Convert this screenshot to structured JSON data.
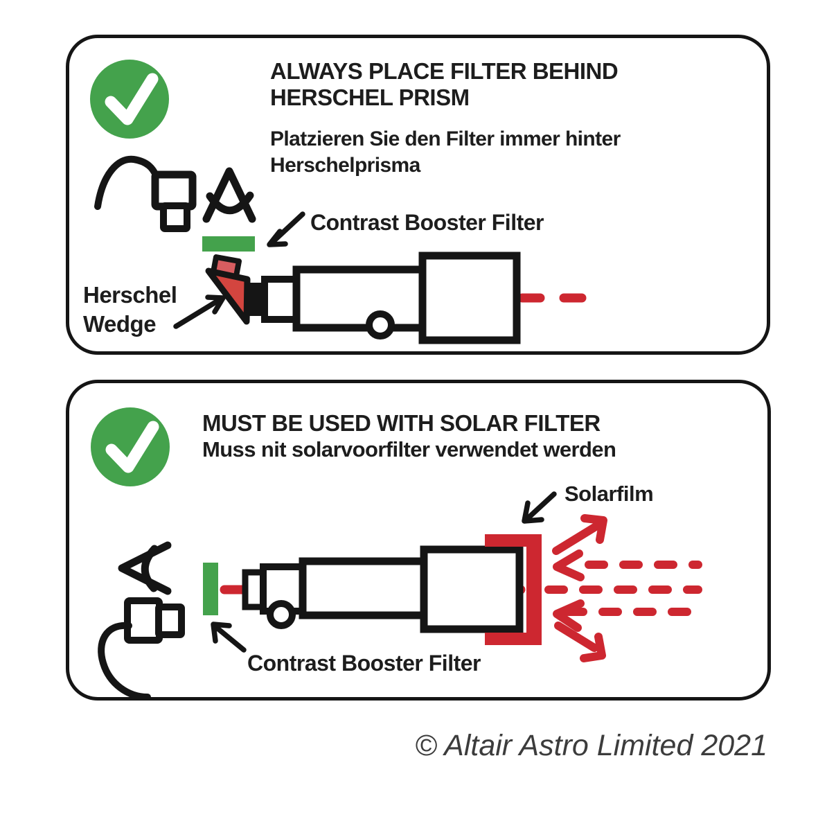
{
  "colors": {
    "green": "#44a24c",
    "red": "#cd2730",
    "red_prism": "#d3453f",
    "red_nose": "#d75d60",
    "dark": "#151515"
  },
  "icons": {
    "status": "check-circle",
    "observer": "eye",
    "imaging": "camera-with-cable"
  },
  "panel_top": {
    "title": [
      "ALWAYS PLACE FILTER BEHIND",
      "HERSCHEL PRISM"
    ],
    "subtitle": [
      "Platzieren Sie den Filter immer hinter",
      "Herschelprisma"
    ],
    "filter_label": "Contrast Booster Filter",
    "wedge_label": [
      "Herschel",
      "Wedge"
    ]
  },
  "panel_bottom": {
    "title": "MUST BE USED WITH SOLAR FILTER",
    "subtitle": "Muss nit solarvoorfilter verwendet werden",
    "solarfilm_label": "Solarfilm",
    "filter_label": "Contrast Booster Filter"
  },
  "footer": {
    "copyright": "© Altair Astro Limited 2021"
  }
}
